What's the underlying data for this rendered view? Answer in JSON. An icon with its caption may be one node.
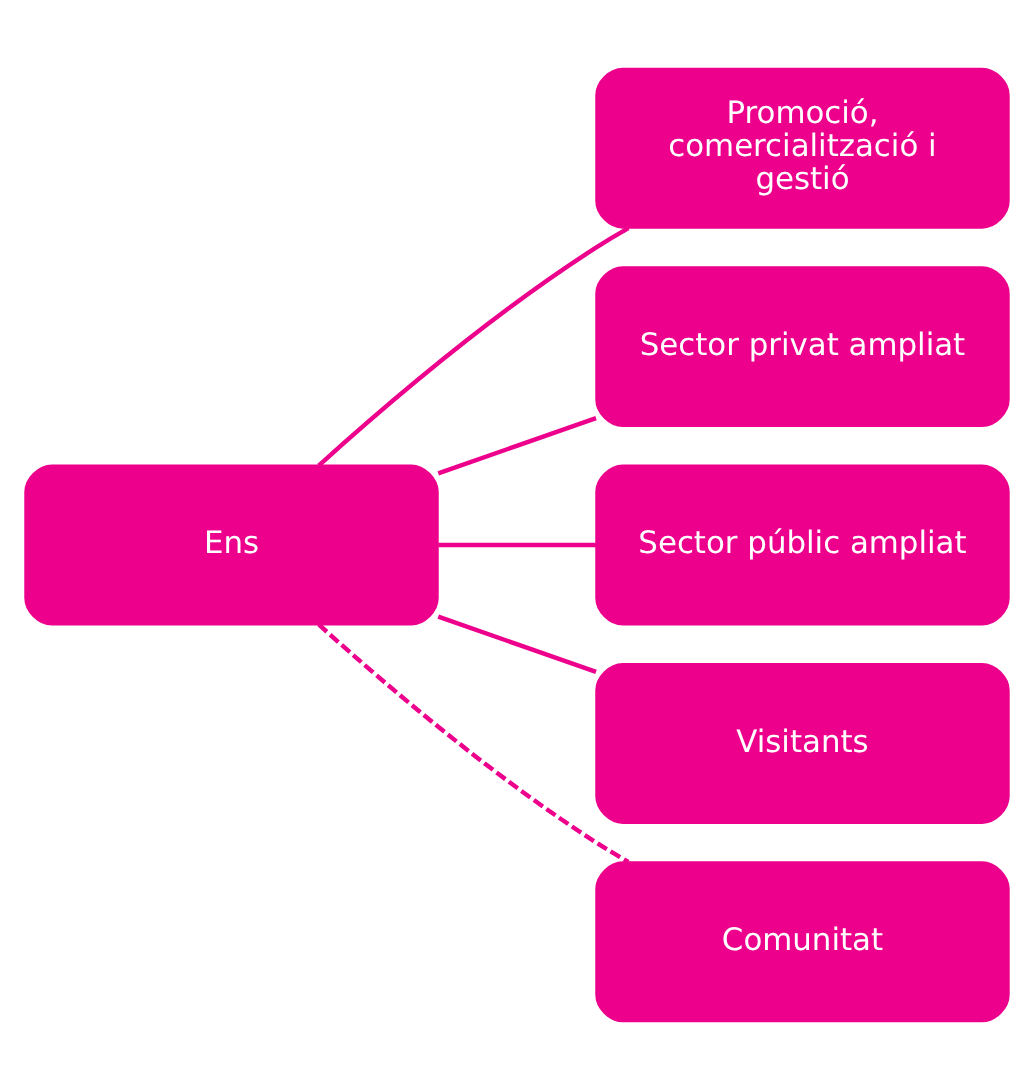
{
  "diagram": {
    "nodes": [
      {
        "text": [
          "Ens"
        ]
      },
      {
        "text": [
          "Promoció, comercialització i gestió"
        ]
      },
      {
        "text": [
          "Sector privat ampliat"
        ]
      },
      {
        "text": [
          "Sector públic ampliat"
        ]
      },
      {
        "text": [
          "Visitants"
        ]
      },
      {
        "text": [
          "Comunitat"
        ]
      }
    ],
    "edges": [
      {
        "from": 0,
        "to": 1,
        "arrow": "none"
      },
      {
        "from": 0,
        "to": 2,
        "arrow": "none"
      },
      {
        "from": 0,
        "to": 3,
        "arrow": "none"
      },
      {
        "from": 0,
        "to": 4,
        "arrow": "none"
      },
      {
        "from": 0,
        "to": 5,
        "arrow": "none",
        "style": "dashed"
      }
    ]
  }
}
